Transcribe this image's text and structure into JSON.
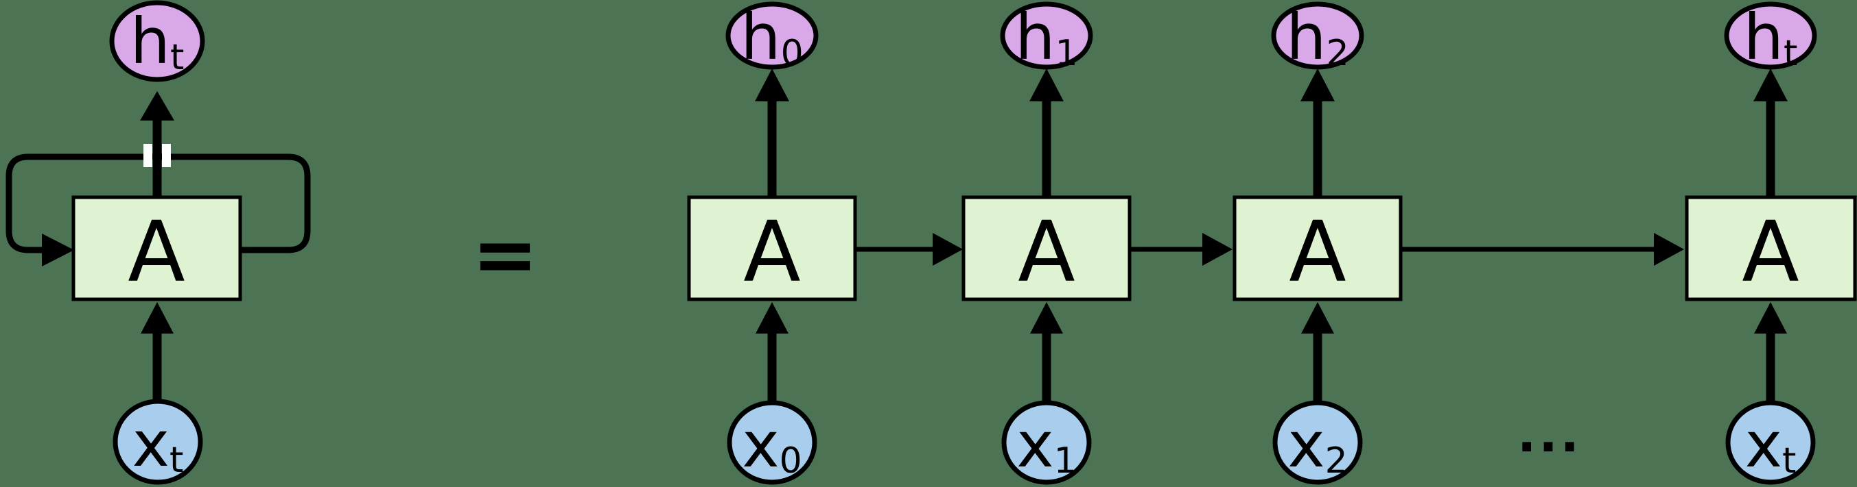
{
  "colors": {
    "background": "#4b7354",
    "hidden": "#d8a8e8",
    "input": "#a9cdec",
    "cell": "#dff3d2",
    "line": "#000000",
    "gap": "#ffffff"
  },
  "equals": "=",
  "ellipsis": "...",
  "rolled": {
    "hidden": "h",
    "hidden_sub": "t",
    "cell": "A",
    "input": "x",
    "input_sub": "t"
  },
  "cells": [
    {
      "hidden": "h",
      "hidden_sub": "0",
      "cell": "A",
      "input": "x",
      "input_sub": "0"
    },
    {
      "hidden": "h",
      "hidden_sub": "1",
      "cell": "A",
      "input": "x",
      "input_sub": "1"
    },
    {
      "hidden": "h",
      "hidden_sub": "2",
      "cell": "A",
      "input": "x",
      "input_sub": "2"
    },
    {
      "hidden": "h",
      "hidden_sub": "t",
      "cell": "A",
      "input": "x",
      "input_sub": "t"
    }
  ]
}
